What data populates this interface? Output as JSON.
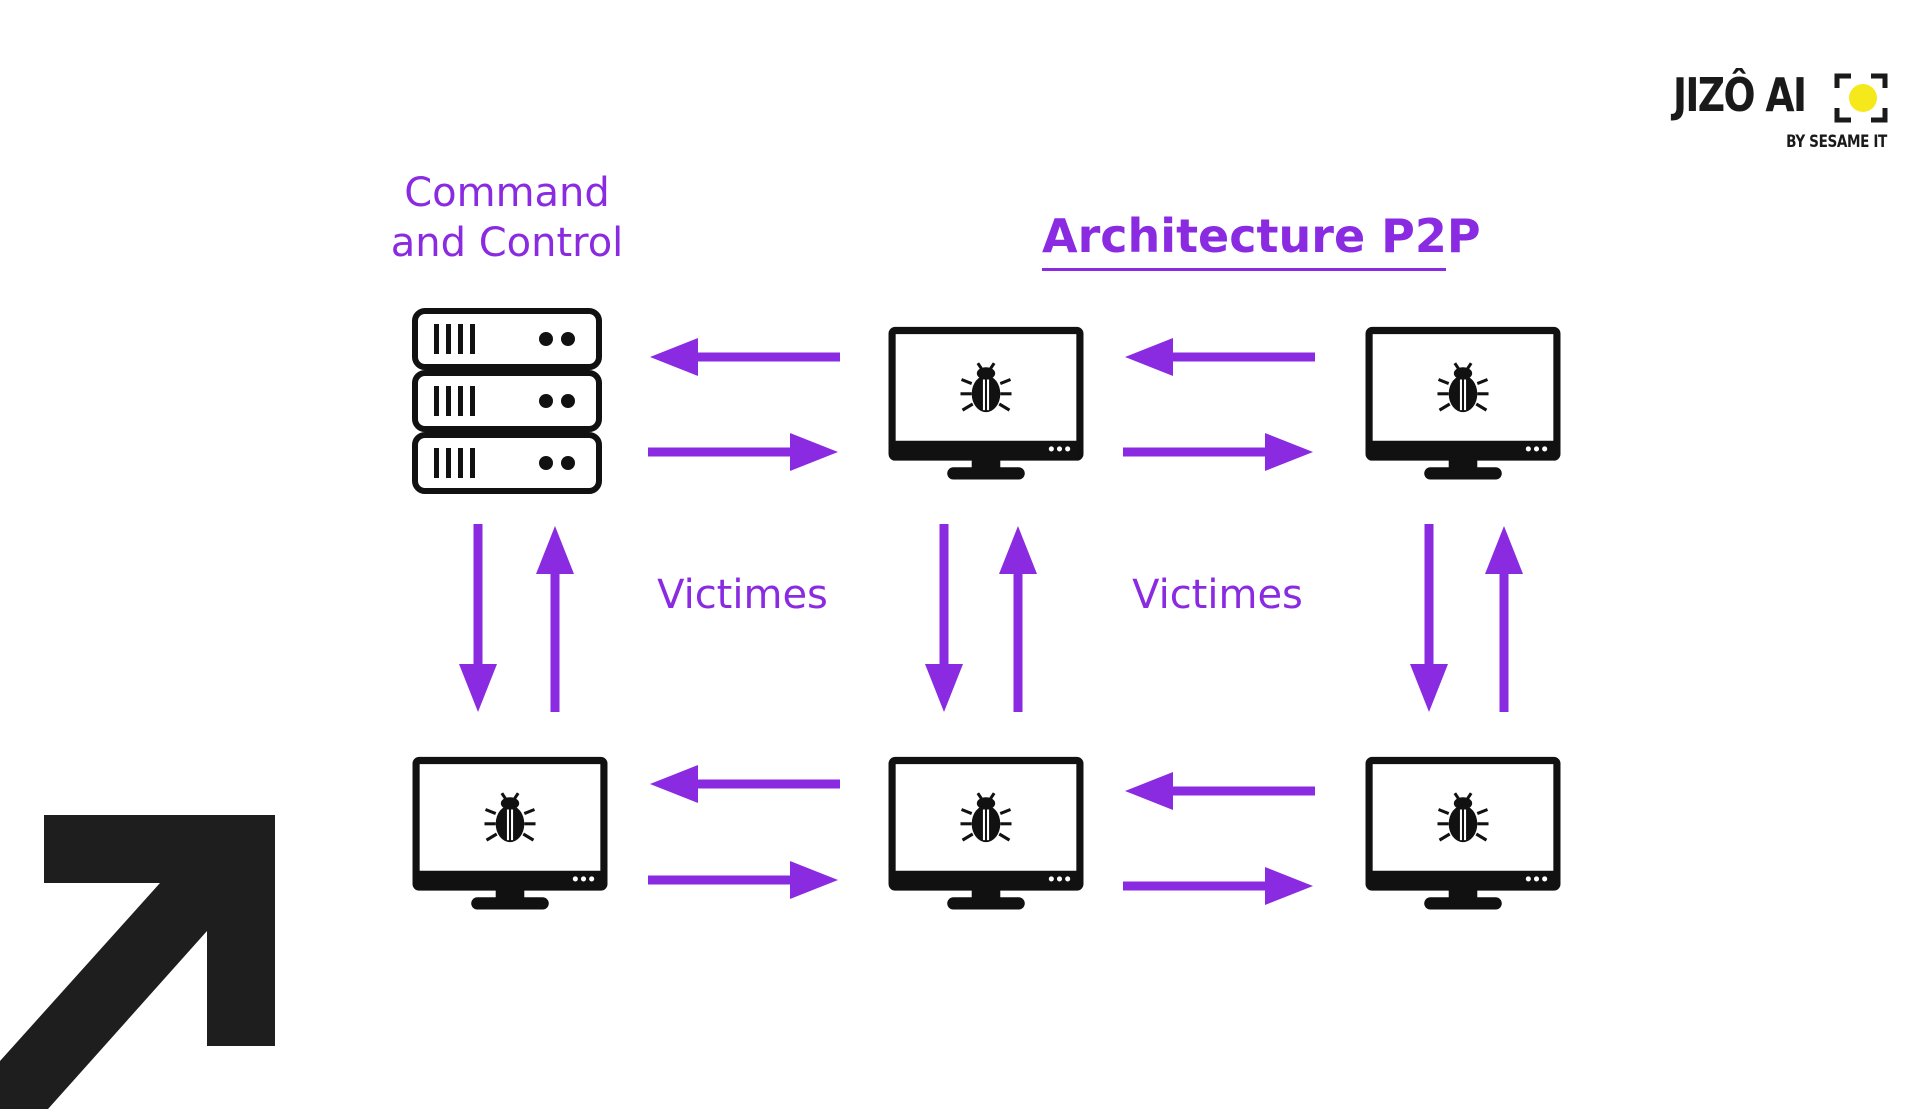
{
  "labels": {
    "cc": [
      "Command",
      "and Control"
    ],
    "title": "Architecture P2P",
    "victimes_1": "Victimes",
    "victimes_2": "Victimes"
  },
  "logo": {
    "name": "JIZÔ AI",
    "tagline": "BY SESAME IT",
    "accent": "#f5e91b"
  },
  "colors": {
    "accent": "#8a2be2",
    "ink": "#111111",
    "background": "#ffffff"
  },
  "nodes": [
    {
      "id": "cc-server",
      "icon": "server-icon",
      "role": "Command and Control"
    },
    {
      "id": "victim-top-middle",
      "icon": "computer-bug-icon"
    },
    {
      "id": "victim-top-right",
      "icon": "computer-bug-icon"
    },
    {
      "id": "victim-bottom-left",
      "icon": "computer-bug-icon"
    },
    {
      "id": "victim-bottom-middle",
      "icon": "computer-bug-icon"
    },
    {
      "id": "victim-bottom-right",
      "icon": "computer-bug-icon"
    }
  ],
  "decor": {
    "corner_arrow_icon": "arrow-up-right-icon"
  }
}
